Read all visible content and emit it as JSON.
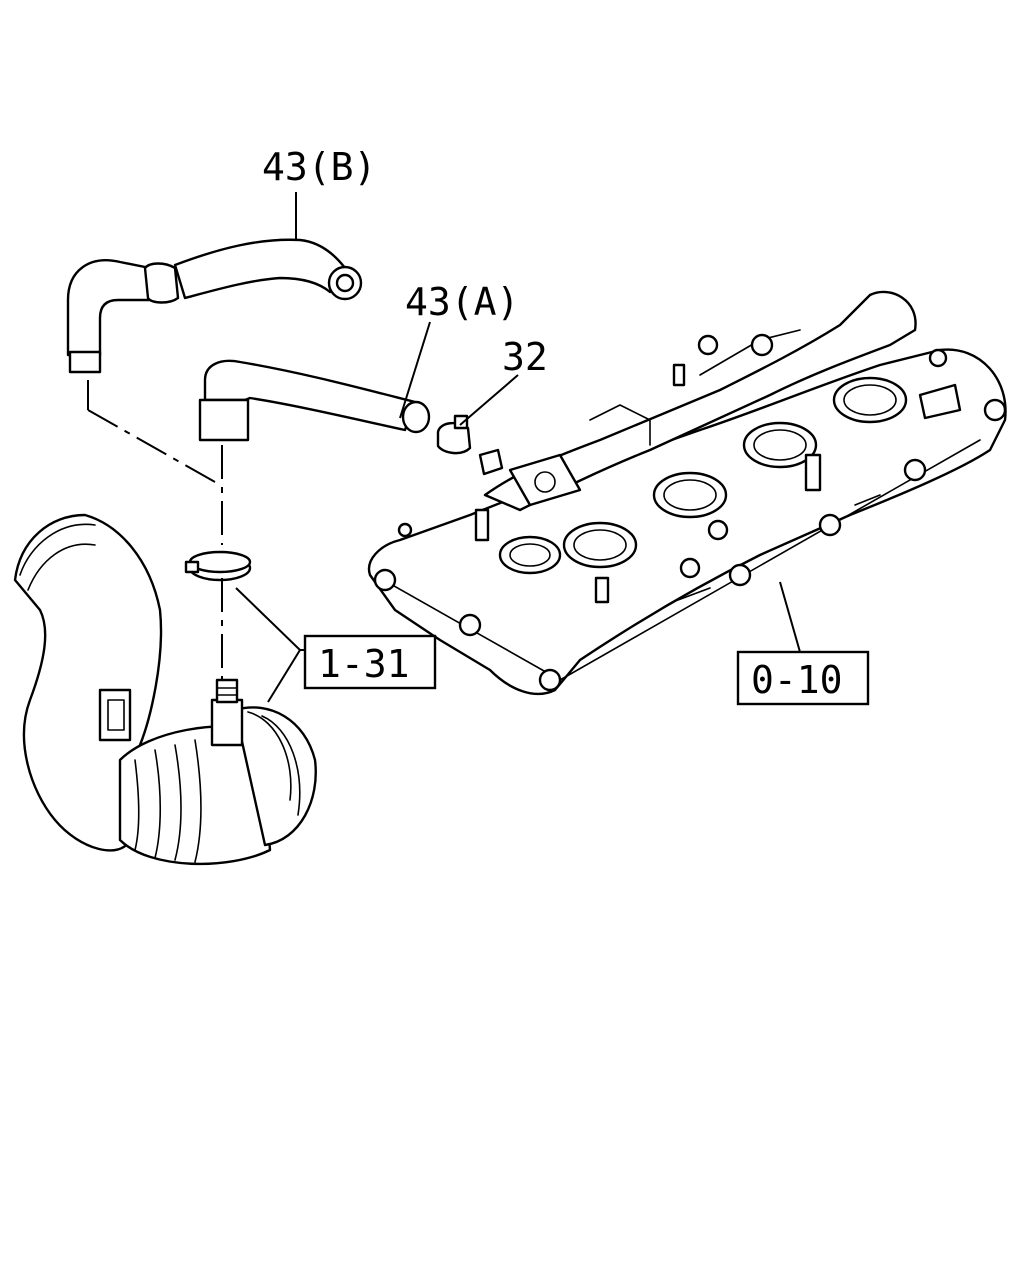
{
  "callouts": {
    "hose_b": "43(B)",
    "hose_a": "43(A)",
    "clip": "32",
    "ref_air_duct": "1-31",
    "ref_cylinder_head_cover": "0-10"
  }
}
